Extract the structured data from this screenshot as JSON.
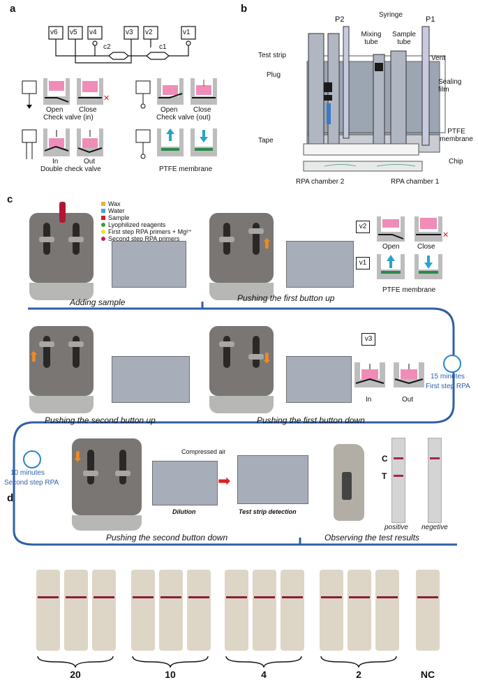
{
  "panels": {
    "a": "a",
    "b": "b",
    "c": "c",
    "d": "d"
  },
  "panel_a": {
    "valves": [
      "v6",
      "v5",
      "v4",
      "v3",
      "v2",
      "v1"
    ],
    "chambers": [
      "c2",
      "c1"
    ],
    "check_in": {
      "open": "Open",
      "close": "Close",
      "caption": "Check valve (in)"
    },
    "check_out": {
      "open": "Open",
      "close": "Close",
      "caption": "Check valve (out)"
    },
    "double": {
      "in": "In",
      "out": "Out",
      "caption": "Double check valve"
    },
    "ptfe": {
      "caption": "PTFE membrane"
    }
  },
  "panel_b": {
    "labels": {
      "p2": "P2",
      "p1": "P1",
      "syringe": "Syringe",
      "mixing": "Mixing tube",
      "sample": "Sample tube",
      "test_strip": "Test strip",
      "plug": "Plug",
      "vent": "Vent",
      "sealing": "Sealing film",
      "tape": "Tape",
      "ptfe": "PTFE membrane",
      "chip": "Chip",
      "rpa2": "RPA chamber 2",
      "rpa1": "RPA chamber 1"
    }
  },
  "panel_c": {
    "legend": [
      {
        "label": "Wax",
        "color": "#f0b030"
      },
      {
        "label": "Water",
        "color": "#4aa3d8"
      },
      {
        "label": "Sample",
        "color": "#d42020"
      },
      {
        "label": "Lyophilized reagents",
        "color": "#30a040"
      },
      {
        "label": "First step RPA primers + Mg²⁺",
        "color": "#f0e020"
      },
      {
        "label": "Second step RPA primers",
        "color": "#c8205a"
      }
    ],
    "steps": {
      "s1": "Adding sample",
      "s2": "Pushing the first button up",
      "s3": "Pushing the second button up",
      "s4": "Pushing the first button down",
      "s5": "Pushing the second button down",
      "s6": "Observing the test results"
    },
    "valve_labels": {
      "v2": "v2",
      "v1": "v1",
      "v3": "v3"
    },
    "inset_open": "Open",
    "inset_close": "Close",
    "inset_ptfe": "PTFE membrane",
    "inset_in": "In",
    "inset_out": "Out",
    "timer1": {
      "time": "15 minutes",
      "step": "First step RPA"
    },
    "timer2": {
      "time": "10 minutes",
      "step": "Second step RPA"
    },
    "compressed_air": "Compressed air",
    "dilution": "Dilution",
    "detection": "Test strip detection",
    "strip_c": "C",
    "strip_t": "T",
    "positive": "positive",
    "negative": "negetive",
    "colors": {
      "line": "#2f5fa8",
      "arrow": "#f08a24",
      "band": "#a8244c"
    }
  },
  "panel_d": {
    "groups": [
      "20",
      "10",
      "4",
      "2",
      "NC"
    ]
  }
}
